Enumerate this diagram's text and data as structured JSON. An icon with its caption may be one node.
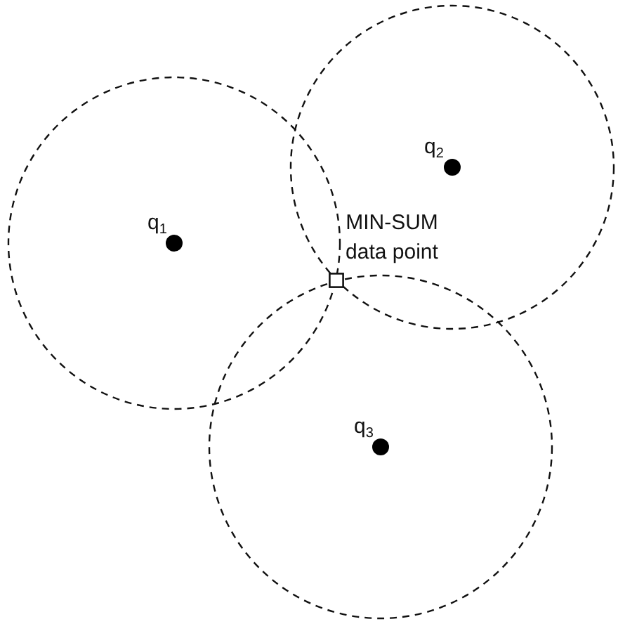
{
  "diagram": {
    "nodes": [
      {
        "text": [
          "q$_{1}$"
        ]
      },
      {
        "text": [
          "q$_{2}$"
        ]
      },
      {
        "text": [
          "q$_{3}$"
        ]
      },
      {
        "text": [],
        "shape": "box"
      }
    ],
    "edges": [],
    "labels": [
      "MIN-SUM data point"
    ]
  }
}
